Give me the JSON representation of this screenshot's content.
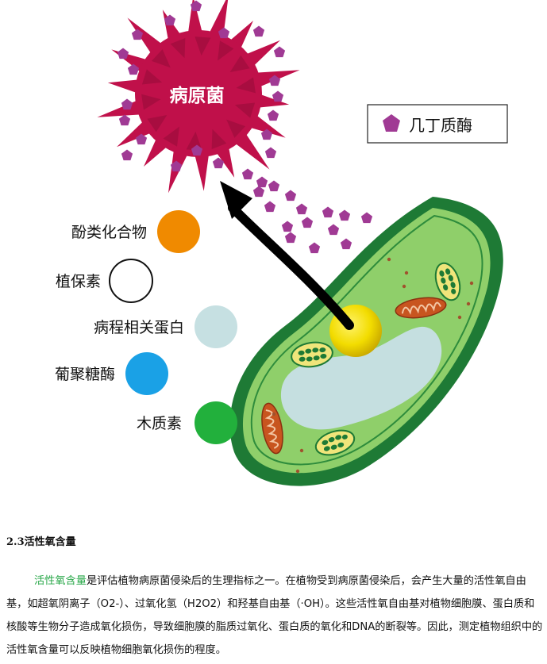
{
  "diagram": {
    "pathogen_label": "病原菌",
    "legend_label": "几丁质酶",
    "compounds": [
      {
        "label": "酚类化合物",
        "color": "#f08a00",
        "outlined": false
      },
      {
        "label": "植保素",
        "color": "#ffffff",
        "outlined": true
      },
      {
        "label": "病程相关蛋白",
        "color": "#c6e0e2",
        "outlined": false
      },
      {
        "label": "葡聚糖酶",
        "color": "#1aa1e6",
        "outlined": false
      },
      {
        "label": "木质素",
        "color": "#22b03c",
        "outlined": false
      }
    ],
    "colors": {
      "pathogen": "#c0104a",
      "pathogen_spike": "#a80d40",
      "chitinase": "#a03a94",
      "cell_wall": "#1e7a35",
      "cytoplasm": "#8fcf6a",
      "vacuole": "#c5dfe0",
      "nucleus": "#f2dc00",
      "mitochondria": "#c8551f",
      "arrow": "#000000"
    }
  },
  "article": {
    "section_heading": "2.3活性氧含量",
    "highlight_term": "活性氧含量",
    "paragraph": "是评估植物病原菌侵染后的生理指标之一。在植物受到病原菌侵染后，会产生大量的活性氧自由基，如超氧阴离子（O2-）、过氧化氢（H2O2）和羟基自由基（·OH）。这些活性氧自由基对植物细胞膜、蛋白质和核酸等生物分子造成氧化损伤，导致细胞膜的脂质过氧化、蛋白质的氧化和DNA的断裂等。因此，测定植物组织中的活性氧含量可以反映植物细胞氧化损伤的程度。"
  }
}
